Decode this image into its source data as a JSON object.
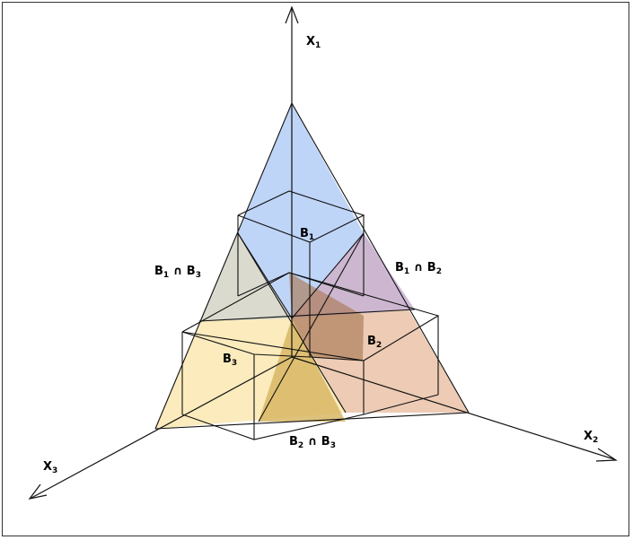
{
  "figure": {
    "axes": {
      "x1": {
        "letter": "X",
        "sub": "1"
      },
      "x2": {
        "letter": "X",
        "sub": "2"
      },
      "x3": {
        "letter": "X",
        "sub": "3"
      }
    },
    "regions": {
      "b1": {
        "letter": "B",
        "sub": "1"
      },
      "b2": {
        "letter": "B",
        "sub": "2"
      },
      "b3": {
        "letter": "B",
        "sub": "3"
      }
    },
    "intersections": {
      "b1_b3": {
        "l1": "B",
        "s1": "1",
        "op": " ∩ ",
        "l2": "B",
        "s2": "3"
      },
      "b1_b2": {
        "l1": "B",
        "s1": "1",
        "op": " ∩ ",
        "l2": "B",
        "s2": "2"
      },
      "b2_b3": {
        "l1": "B",
        "s1": "2",
        "op": " ∩ ",
        "l2": "B",
        "s2": "3"
      }
    },
    "colors": {
      "b1": "#a9c7f5",
      "b2": "#e6b797",
      "b3": "#f9e3a3",
      "b1_b3": "#d6d8d0",
      "b1_b2": "#c9b5d3",
      "b2_b3": "#d8b764",
      "center": "#a97a54"
    }
  }
}
